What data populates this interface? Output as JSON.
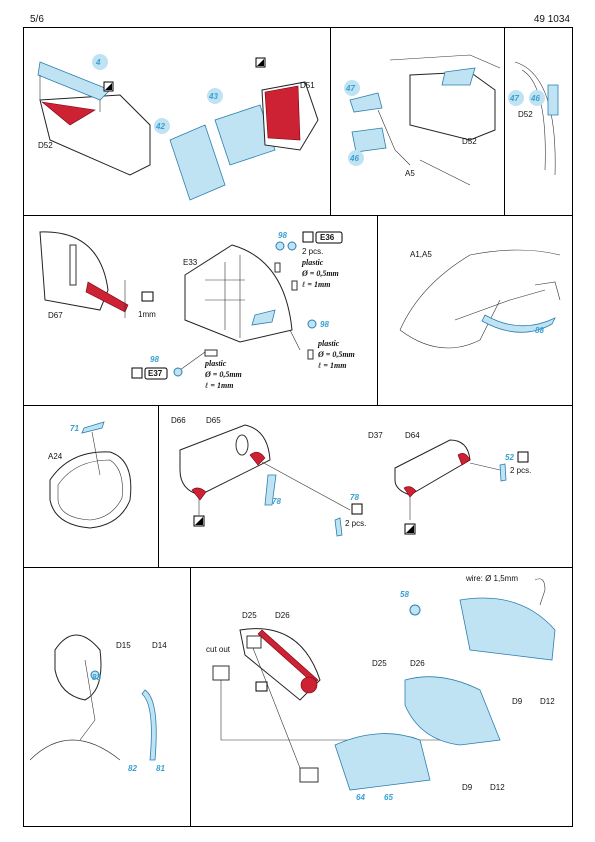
{
  "header": {
    "page": "5/6",
    "code": "49 1034"
  },
  "s1": {
    "n4": "4",
    "d52a": "D52",
    "n42": "42",
    "n43": "43",
    "d51": "D51",
    "n47a": "47",
    "n46a": "46",
    "d52b": "D52",
    "a5": "A5",
    "n47b": "47",
    "n46b": "46",
    "d52c": "D52"
  },
  "s2": {
    "d67": "D67",
    "mm1": "1mm",
    "e33": "E33",
    "n98a": "98",
    "e36": "E36",
    "pcs2": "2 pcs.",
    "plastic": "plastic",
    "dia05": "Ø = 0,5mm",
    "len1": "ℓ = 1mm",
    "n98b": "98",
    "n98c": "98",
    "e37": "E37",
    "a1a5": "A1,A5",
    "n88": "88"
  },
  "s3": {
    "n71": "71",
    "a24": "A24",
    "d66": "D66",
    "d65": "D65",
    "n78a": "78",
    "n78b": "78",
    "pcs2": "2 pcs.",
    "d37": "D37",
    "d64": "D64",
    "n52": "52",
    "pcs2b": "2 pcs."
  },
  "s4": {
    "d15": "D15",
    "d14": "D14",
    "n83": "83",
    "n82": "82",
    "n81": "81",
    "d25": "D25",
    "d26": "D26",
    "cutout": "cut out",
    "n58": "58",
    "wire": "wire: Ø 1,5mm",
    "d25b": "D25",
    "d26b": "D26",
    "d9": "D9",
    "d12": "D12",
    "d9b": "D9",
    "d12b": "D12",
    "n64": "64",
    "n65": "65"
  }
}
